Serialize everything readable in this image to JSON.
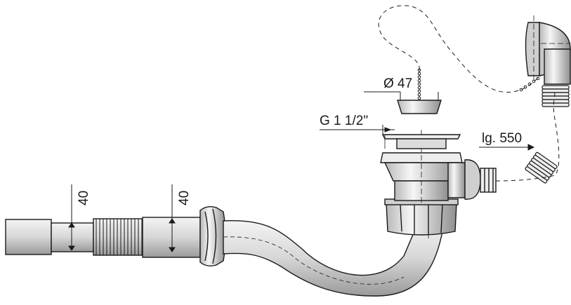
{
  "labels": {
    "dia_stopper": "Ø 47",
    "thread": "G 1 1/2\"",
    "overflow_length": "lg. 550",
    "pipe_dia_left": "40",
    "pipe_dia_right": "40"
  },
  "colors": {
    "line": "#1a1a1a",
    "fill_light": "#ededed",
    "fill_mid": "#cfcfcf",
    "fill_dark": "#8a8a8a"
  }
}
